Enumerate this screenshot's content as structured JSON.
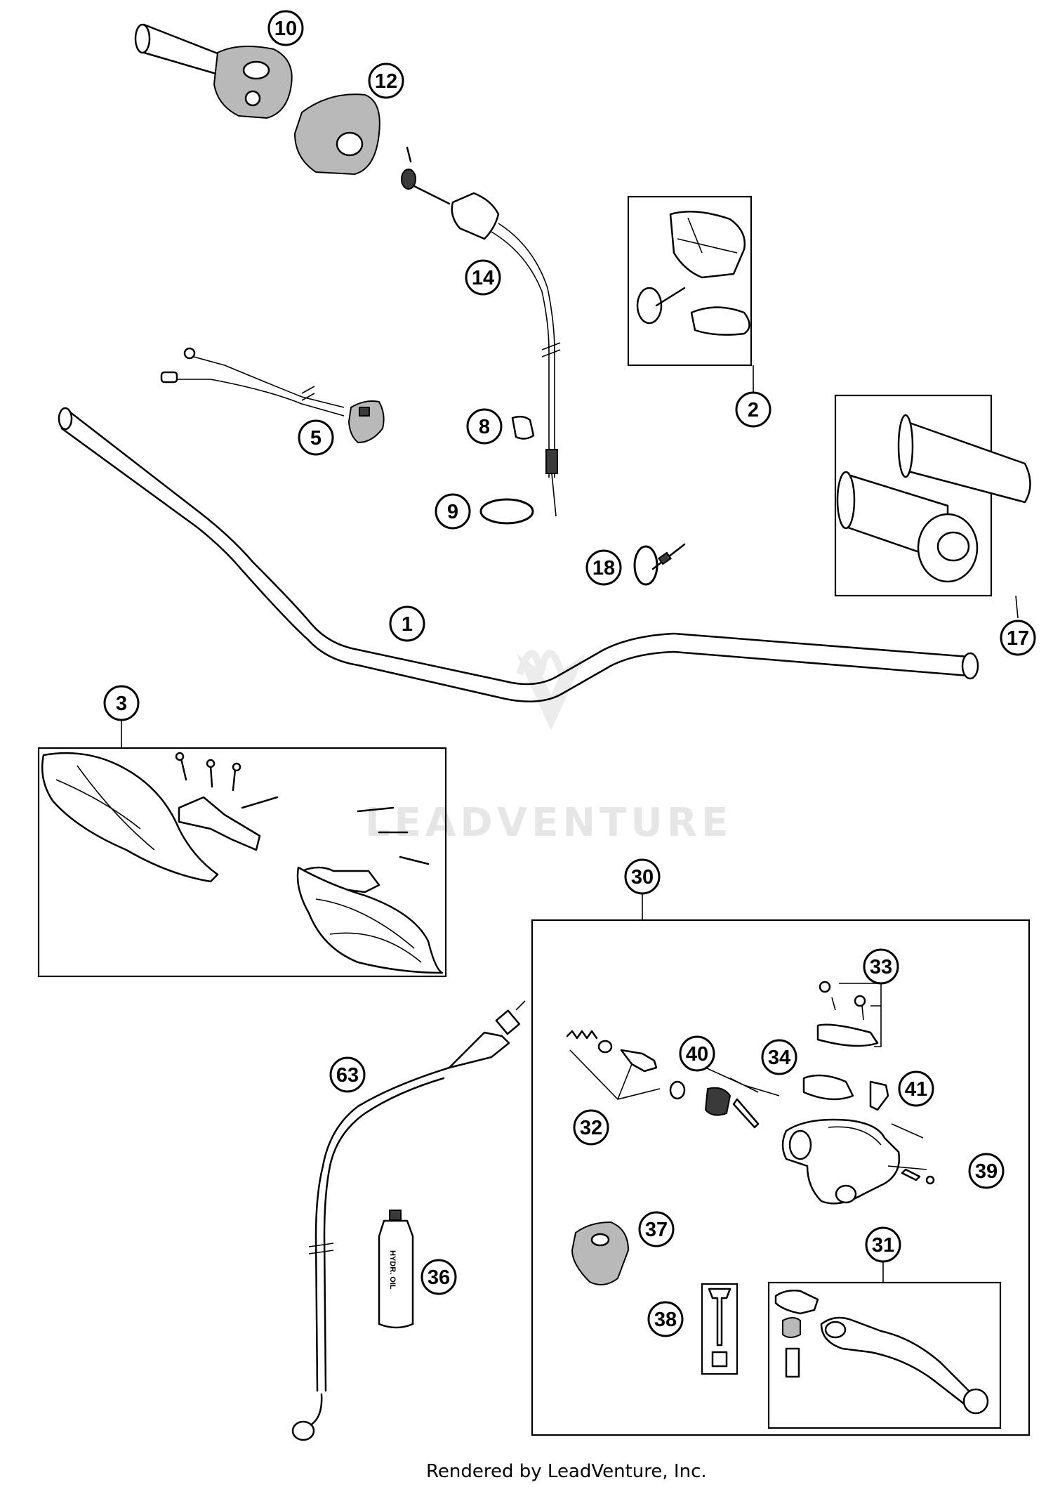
{
  "watermark": {
    "text": "LEADVENTURE"
  },
  "footer": {
    "text": "Rendered by LeadVenture, Inc."
  },
  "callouts": [
    {
      "id": "c-10",
      "label": "10"
    },
    {
      "id": "c-12",
      "label": "12"
    },
    {
      "id": "c-14",
      "label": "14"
    },
    {
      "id": "c-2",
      "label": "2"
    },
    {
      "id": "c-5",
      "label": "5"
    },
    {
      "id": "c-8",
      "label": "8"
    },
    {
      "id": "c-9",
      "label": "9"
    },
    {
      "id": "c-18",
      "label": "18"
    },
    {
      "id": "c-17",
      "label": "17"
    },
    {
      "id": "c-1",
      "label": "1"
    },
    {
      "id": "c-3",
      "label": "3"
    },
    {
      "id": "c-30",
      "label": "30"
    },
    {
      "id": "c-33",
      "label": "33"
    },
    {
      "id": "c-63",
      "label": "63"
    },
    {
      "id": "c-40",
      "label": "40"
    },
    {
      "id": "c-34",
      "label": "34"
    },
    {
      "id": "c-41",
      "label": "41"
    },
    {
      "id": "c-32",
      "label": "32"
    },
    {
      "id": "c-39",
      "label": "39"
    },
    {
      "id": "c-37",
      "label": "37"
    },
    {
      "id": "c-31",
      "label": "31"
    },
    {
      "id": "c-36",
      "label": "36"
    },
    {
      "id": "c-38",
      "label": "38"
    }
  ],
  "oil_bottle": {
    "label": "HYDR. OIL"
  }
}
